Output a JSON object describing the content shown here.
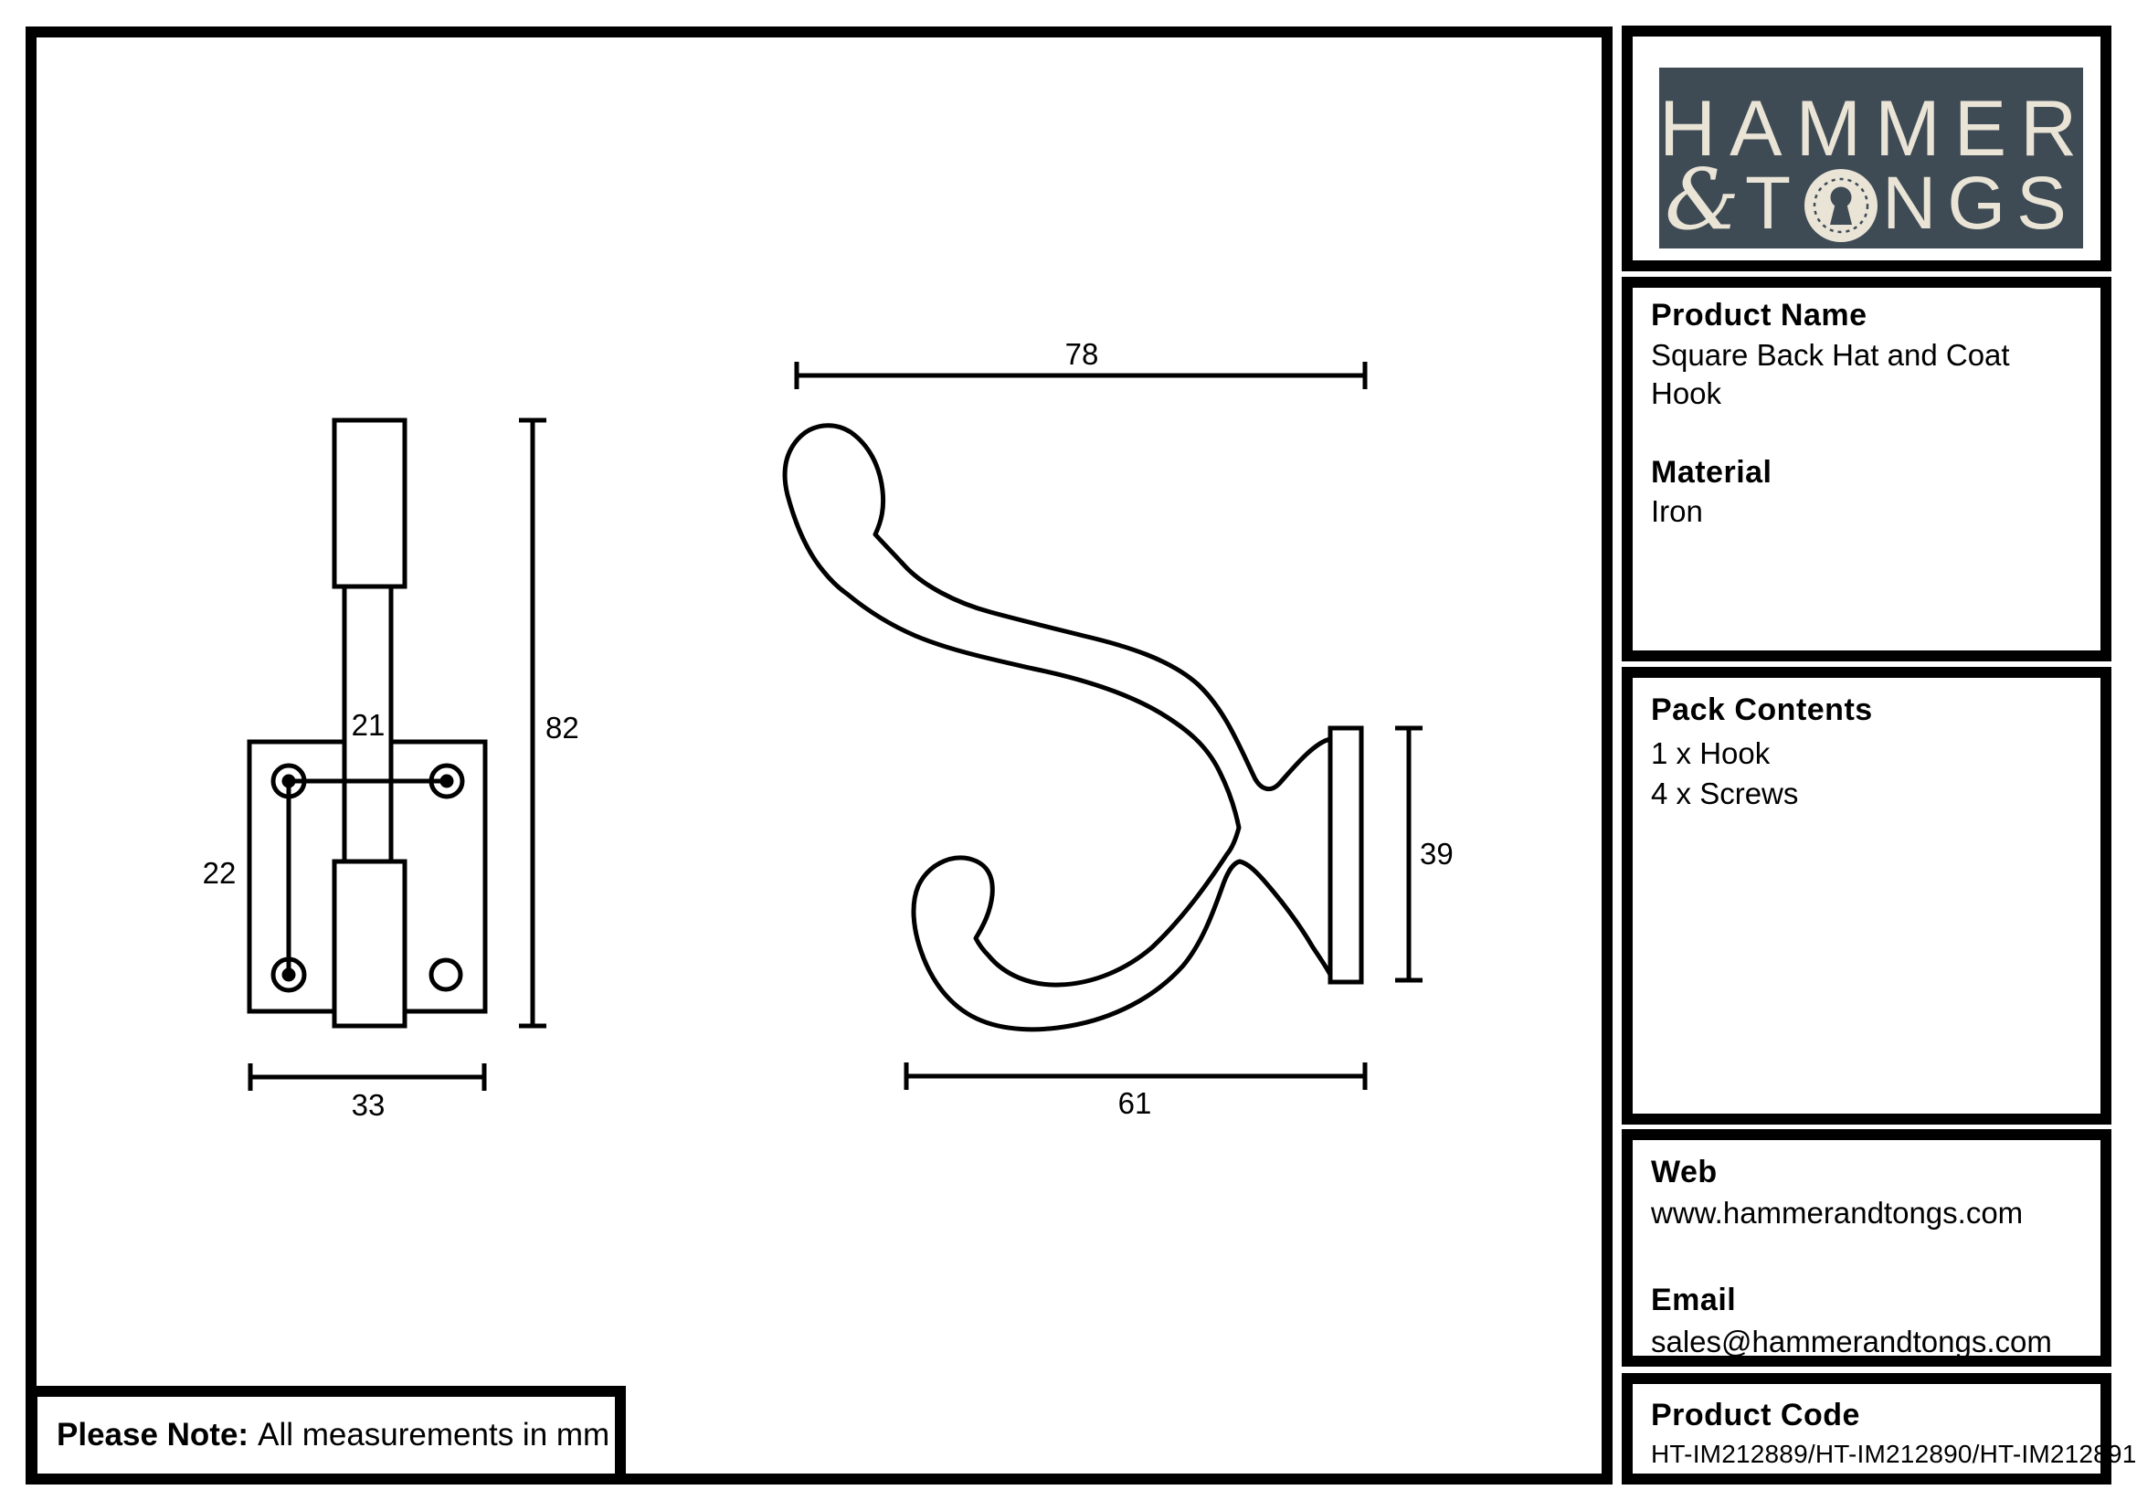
{
  "colors": {
    "ink": "#000000",
    "paper": "#ffffff",
    "logo_bg": "#3E4A54",
    "logo_fg": "#E9E4D6"
  },
  "logo": {
    "line1": "HAMMER",
    "ampersand": "&",
    "t": "T",
    "ngs": "NGS",
    "keyhole_icon": "keyhole-in-circle"
  },
  "panel": {
    "product_name": {
      "label": "Product Name",
      "value_line1": "Square Back Hat and Coat",
      "value_line2": "Hook"
    },
    "material": {
      "label": "Material",
      "value": "Iron"
    },
    "pack_contents": {
      "label": "Pack Contents",
      "items": [
        "1 x Hook",
        "4 x Screws"
      ]
    },
    "web": {
      "label": "Web",
      "value": "www.hammerandtongs.com"
    },
    "email": {
      "label": "Email",
      "value": "sales@hammerandtongs.com"
    },
    "product_code": {
      "label": "Product Code",
      "value": "HT-IM212889/HT-IM212890/HT-IM212891"
    }
  },
  "note": {
    "label": "Please Note:",
    "text": "All measurements in mm"
  },
  "drawing": {
    "units": "mm",
    "front_view": {
      "plate_width": "33",
      "overall_height": "82",
      "hole_spacing_horizontal": "21",
      "hole_spacing_vertical": "22"
    },
    "side_view": {
      "projection_depth": "78",
      "plate_height": "39",
      "hook_reach": "61"
    }
  }
}
